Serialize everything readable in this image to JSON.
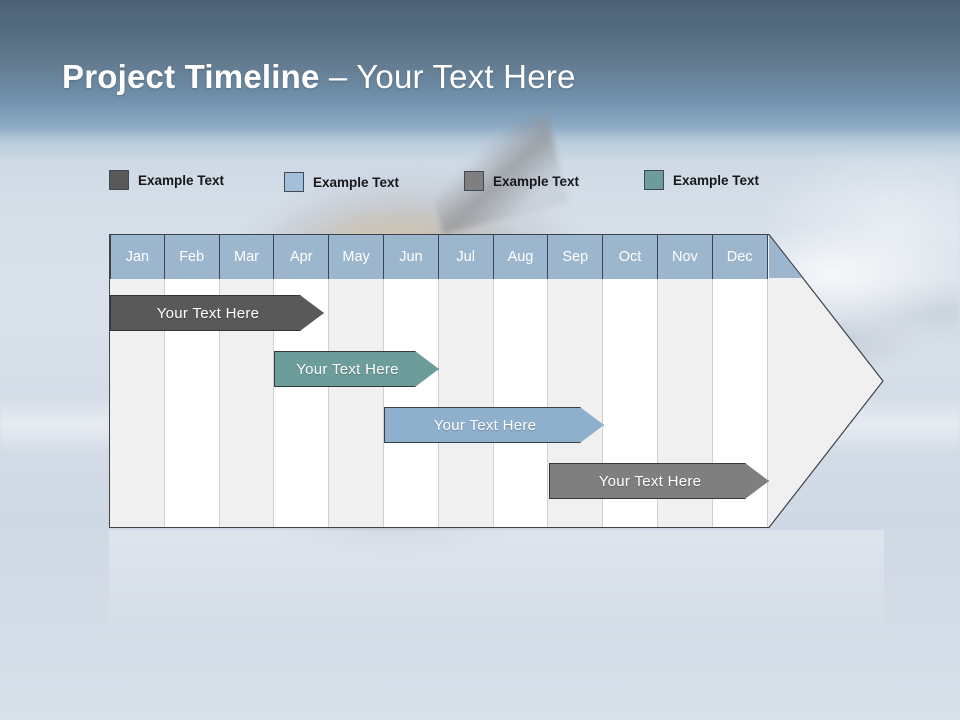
{
  "slide": {
    "title_bold": "Project Timeline",
    "title_sep": " – ",
    "title_light": "Your Text Here",
    "background_top_color": "#4c6173",
    "background_bottom_color": "#d8e0ea"
  },
  "legend": {
    "items": [
      {
        "label": "Example Text",
        "color": "#595959"
      },
      {
        "label": "Example Text",
        "color": "#a3c0db"
      },
      {
        "label": "Example Text",
        "color": "#7f7f7f"
      },
      {
        "label": "Example Text",
        "color": "#6d9d9b"
      }
    ]
  },
  "chart_data": {
    "type": "bar",
    "title": "Project Timeline – Your Text Here",
    "categories": [
      "Jan",
      "Feb",
      "Mar",
      "Apr",
      "May",
      "Jun",
      "Jul",
      "Aug",
      "Sep",
      "Oct",
      "Nov",
      "Dec"
    ],
    "xlabel": "",
    "ylabel": "",
    "grid": true,
    "legend_position": "top",
    "series": [
      {
        "name": "Example Text",
        "label": "Your  Text Here",
        "color": "#595959",
        "start_month": "Jan",
        "end_month": "Apr",
        "start_index": 0,
        "end_index": 3.9,
        "row": 1
      },
      {
        "name": "Example Text",
        "label": "Your  Text Here",
        "color": "#6d9d9b",
        "start_month": "Apr",
        "end_month": "Jun",
        "start_index": 3.0,
        "end_index": 6.0,
        "row": 2
      },
      {
        "name": "Example Text",
        "label": "Your  Text Here",
        "color": "#8fb0cd",
        "start_month": "Jun",
        "end_month": "Sep",
        "start_index": 5.0,
        "end_index": 9.0,
        "row": 3
      },
      {
        "name": "Example Text",
        "label": "Your  Text Here",
        "color": "#7f7f7f",
        "start_month": "Sep",
        "end_month": "Dec",
        "start_index": 8.0,
        "end_index": 12.0,
        "row": 4
      }
    ]
  },
  "columns": {
    "header_bg": "#9cb6ce",
    "header_text_color": "#ffffff",
    "stripe_odd": "#f0f0f0",
    "stripe_even": "#ffffff"
  }
}
